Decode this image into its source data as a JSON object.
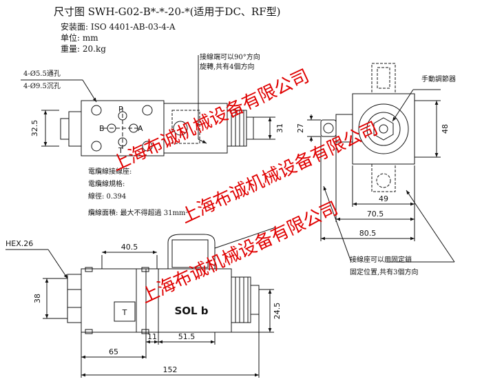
{
  "header": {
    "title": "尺寸图 SWH-G02-B*-*-20-*(适用于DC、RF型)",
    "mounting_surface": "安装面: ISO 4401-AB-03-4-A",
    "unit": "单位: mm",
    "weight": "重量: 20.kg"
  },
  "notes": {
    "holes_1": "4-Ø5.5通孔",
    "holes_2": "4-Ø9.5沉孔",
    "terminal_rotation_1": "接線端可以90°方向",
    "terminal_rotation_2": "旋轉,共有4個方向",
    "manual_override": "手動調節器",
    "cable_connector": "電纜線接線座:",
    "cable_spec": "電纜線規格:",
    "wire_diameter": "線徑: 0.394",
    "cross_section": "纜線面積: 最大不得超過 31mm²",
    "connector_fix_1": "接線座可以用固定銷",
    "connector_fix_2": "固定位置,共有3個方向",
    "hex": "HEX.26",
    "sol_label": "SOL b",
    "t_label": "T"
  },
  "ports": {
    "p": "P",
    "b": "B",
    "a": "A",
    "t": "T"
  },
  "dimensions": {
    "d_32_5": "32.5",
    "d_31": "31",
    "d_27": "27",
    "d_48": "48",
    "d_49": "49",
    "d_70_5": "70.5",
    "d_80_5": "80.5",
    "d_40_5": "40.5",
    "d_38": "38",
    "d_24_5": "24.5",
    "d_11": "11",
    "d_51_5": "51.5",
    "d_65": "65",
    "d_152": "152"
  },
  "watermark": {
    "text": "上海布诚机械设备有限公司",
    "color": "#e00000"
  }
}
